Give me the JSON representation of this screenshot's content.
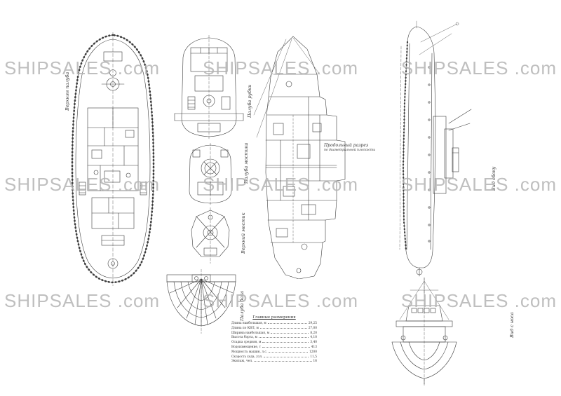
{
  "page": {
    "background_color": "#ffffff",
    "line_color": "#3d3d3d"
  },
  "watermark": {
    "text": "SHIPSALES .com",
    "color": "#b5b5b5"
  },
  "views": {
    "upper_deck": {
      "label": "Верхняя палуба"
    },
    "wheelhouse_deck": {
      "label": "Палуба рубки"
    },
    "bridge_deck": {
      "label": "Палуба мостика"
    },
    "upper_bridge": {
      "label": "Верхний мостик"
    },
    "forecastle_deck": {
      "label": "Палуба бака"
    },
    "longitudinal_section": {
      "title": "Продольный разрез",
      "subtitle": "по диаметральной плоскости"
    },
    "side_view": {
      "label": "Вид сбоку"
    },
    "bow_view": {
      "label": "Вид с носа"
    }
  },
  "particulars": {
    "title": "Главные размерения",
    "rows": [
      {
        "label": "Длина наибольшая, м",
        "value": "29,25"
      },
      {
        "label": "Длина по КВЛ, м",
        "value": "27,00"
      },
      {
        "label": "Ширина наибольшая, м",
        "value": "8,20"
      },
      {
        "label": "Высота борта, м",
        "value": "4,10"
      },
      {
        "label": "Осадка средняя, м",
        "value": "3,40"
      },
      {
        "label": "Водоизмещение, т",
        "value": "413"
      },
      {
        "label": "Мощность машин, л.с.",
        "value": "1200"
      },
      {
        "label": "Скорость хода, узл.",
        "value": "11,5"
      },
      {
        "label": "Экипаж, чел.",
        "value": "16"
      }
    ]
  }
}
